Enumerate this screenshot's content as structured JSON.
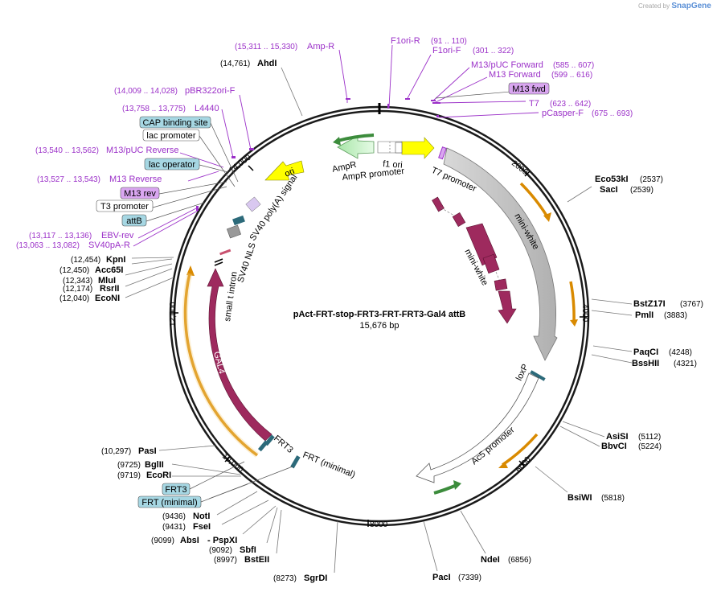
{
  "credit": {
    "created_by": "Created by",
    "brand": "SnapGene"
  },
  "plasmid": {
    "name": "pAct-FRT-stop-FRT3-FRT-FRT3-Gal4 attB",
    "size": "15,676 bp"
  },
  "ticks": [
    "2000",
    "4000",
    "6000",
    "8000",
    "10,000",
    "12,000",
    "14,000"
  ],
  "enzymes": {
    "AhdI": {
      "name": "AhdI",
      "pos": "(14,761)"
    },
    "Eco53kI": {
      "name": "Eco53kI",
      "pos": "(2537)"
    },
    "SacI": {
      "name": "SacI",
      "pos": "(2539)"
    },
    "BstZ17I": {
      "name": "BstZ17I",
      "pos": "(3767)"
    },
    "PmlI": {
      "name": "PmlI",
      "pos": "(3883)"
    },
    "PaqCI": {
      "name": "PaqCI",
      "pos": "(4248)"
    },
    "BssHII": {
      "name": "BssHII",
      "pos": "(4321)"
    },
    "AsiSI": {
      "name": "AsiSI",
      "pos": "(5112)"
    },
    "BbvCI": {
      "name": "BbvCI",
      "pos": "(5224)"
    },
    "BsiWI": {
      "name": "BsiWI",
      "pos": "(5818)"
    },
    "NdeI": {
      "name": "NdeI",
      "pos": "(6856)"
    },
    "PacI": {
      "name": "PacI",
      "pos": "(7339)"
    },
    "SgrDI": {
      "name": "SgrDI",
      "pos": "(8273)"
    },
    "BstEII": {
      "name": "BstEII",
      "pos": "(8997)"
    },
    "SbfI": {
      "name": "SbfI",
      "pos": "(9092)"
    },
    "AbsI": {
      "name": "AbsI",
      "pos": "(9099)"
    },
    "PspXI": {
      "name": "- PspXI",
      "pos": ""
    },
    "FseI": {
      "name": "FseI",
      "pos": "(9431)"
    },
    "NotI": {
      "name": "NotI",
      "pos": "(9436)"
    },
    "EcoRI": {
      "name": "EcoRI",
      "pos": "(9719)"
    },
    "BglII": {
      "name": "BglII",
      "pos": "(9725)"
    },
    "PasI": {
      "name": "PasI",
      "pos": "(10,297)"
    },
    "EcoNI": {
      "name": "EcoNI",
      "pos": "(12,040)"
    },
    "RsrII": {
      "name": "RsrII",
      "pos": "(12,174)"
    },
    "MluI": {
      "name": "MluI",
      "pos": "(12,343)"
    },
    "Acc65I": {
      "name": "Acc65I",
      "pos": "(12,450)"
    },
    "KpnI": {
      "name": "KpnI",
      "pos": "(12,454)"
    }
  },
  "primers": {
    "AmpR": {
      "name": "Amp-R",
      "pos": "(15,311 .. 15,330)"
    },
    "F1oriR": {
      "name": "F1ori-R",
      "pos": "(91 .. 110)"
    },
    "F1oriF": {
      "name": "F1ori-F",
      "pos": "(301 .. 322)"
    },
    "M13pUCFwd": {
      "name": "M13/pUC Forward",
      "pos": "(585 .. 607)"
    },
    "M13Fwd": {
      "name": "M13 Forward",
      "pos": "(599 .. 616)"
    },
    "T7": {
      "name": "T7",
      "pos": "(623 .. 642)"
    },
    "pCasperF": {
      "name": "pCasper-F",
      "pos": "(675 .. 693)"
    },
    "pBR322oriF": {
      "name": "pBR322ori-F",
      "pos": "(14,009 .. 14,028)"
    },
    "L4440": {
      "name": "L4440",
      "pos": "(13,758 .. 13,775)"
    },
    "M13pUCRev": {
      "name": "M13/pUC Reverse",
      "pos": "(13,540 .. 13,562)"
    },
    "M13Rev": {
      "name": "M13 Reverse",
      "pos": "(13,527 .. 13,543)"
    },
    "EBVrev": {
      "name": "EBV-rev",
      "pos": "(13,117 .. 13,136)"
    },
    "SV40pAR": {
      "name": "SV40pA-R",
      "pos": "(13,063 .. 13,082)"
    }
  },
  "boxes": {
    "M13fwd": "M13 fwd",
    "CAPsite": "CAP binding site",
    "lacPromoter": "lac promoter",
    "lacOperator": "lac operator",
    "M13rev": "M13 rev",
    "T3promoter": "T3 promoter",
    "attB": "attB",
    "FRT3": "FRT3",
    "FRTmin": "FRT (minimal)"
  },
  "features": {
    "AmpR": "AmpR",
    "AmpRpromoter": "AmpR promoter",
    "f1ori": "f1 ori",
    "ori": "ori",
    "T7promoter": "T7 promoter",
    "miniWhiteOuter": "mini-white",
    "miniWhiteInner": "mini-white",
    "loxP": "loxP",
    "Ac5promoter": "Ac5 promoter",
    "GAL4": "GAL4",
    "smallTintron": "small t intron",
    "SV40NLS": "SV40 NLS",
    "SV40polyA": "SV40 poly(A) signal",
    "FRT3": "FRT3",
    "FRTmin": "FRT (minimal)"
  },
  "colors": {
    "backbone": "#1a1a1a",
    "promoter_gray": "#bdbdbd",
    "cds_maroon": "#9e2a5e",
    "ampr_green": "#c8f2c8",
    "ori_yellow": "#ffff00",
    "primer_purple": "#9b30c8",
    "box_lilac": "#d9a6f0",
    "box_teal": "#a6d7e3",
    "orf_orange": "#f2a100"
  }
}
